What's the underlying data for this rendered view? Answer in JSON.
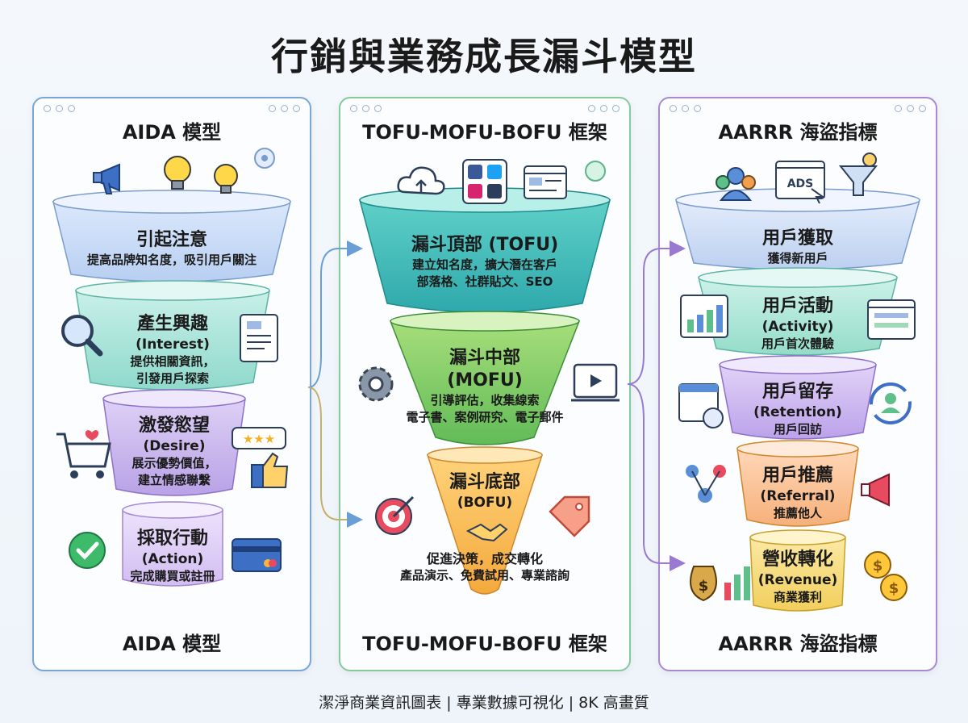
{
  "title": "行銷與業務成長漏斗模型",
  "footer": "潔淨商業資訊圖表 | 專業數據可視化 | 8K 高畫質",
  "aida": {
    "title": "AIDA 模型",
    "stages": [
      {
        "title": "引起注意",
        "desc": "提高品牌知名度，吸引用戶關注"
      },
      {
        "title": "產生興趣",
        "en": "(Interest)",
        "desc1": "提供相關資訊，",
        "desc2": "引發用戶探索"
      },
      {
        "title": "激發慾望",
        "en": "(Desire)",
        "desc1": "展示優勢價值，",
        "desc2": "建立情感聯繫"
      },
      {
        "title": "採取行動",
        "en": "(Action)",
        "desc": "完成購買或註冊"
      }
    ]
  },
  "tmb": {
    "title": "TOFU-MOFU-BOFU 框架",
    "stages": [
      {
        "title": "漏斗頂部 (TOFU)",
        "desc1": "建立知名度，擴大潛在客戶",
        "desc2": "部落格、社群貼文、SEO"
      },
      {
        "title": "漏斗中部",
        "en": "(MOFU)",
        "desc1": "引導評估，收集線索",
        "desc2": "電子書、案例研究、電子郵件"
      },
      {
        "title": "漏斗底部",
        "en": "(BOFU)",
        "desc1": "促進決策，成交轉化",
        "desc2": "產品演示、免費試用、專業諮詢"
      }
    ]
  },
  "aarrr": {
    "title": "AARRR 海盜指標",
    "stages": [
      {
        "title": "用戶獲取",
        "desc": "獲得新用戶"
      },
      {
        "title": "用戶活動",
        "en": "(Activity)",
        "desc": "用戶首次體驗"
      },
      {
        "title": "用戶留存",
        "en": "(Retention)",
        "desc": "用戶回訪"
      },
      {
        "title": "用戶推薦",
        "en": "(Referral)",
        "desc": "推薦他人"
      },
      {
        "title": "營收轉化",
        "en": "(Revenue)",
        "desc": "商業獲利"
      }
    ],
    "ads_label": "ADS"
  },
  "colors": {
    "blue_border": "#7aa6d6",
    "green_border": "#86c99a",
    "purple_border": "#a98ad0",
    "arrow": "#8fa0d8"
  }
}
